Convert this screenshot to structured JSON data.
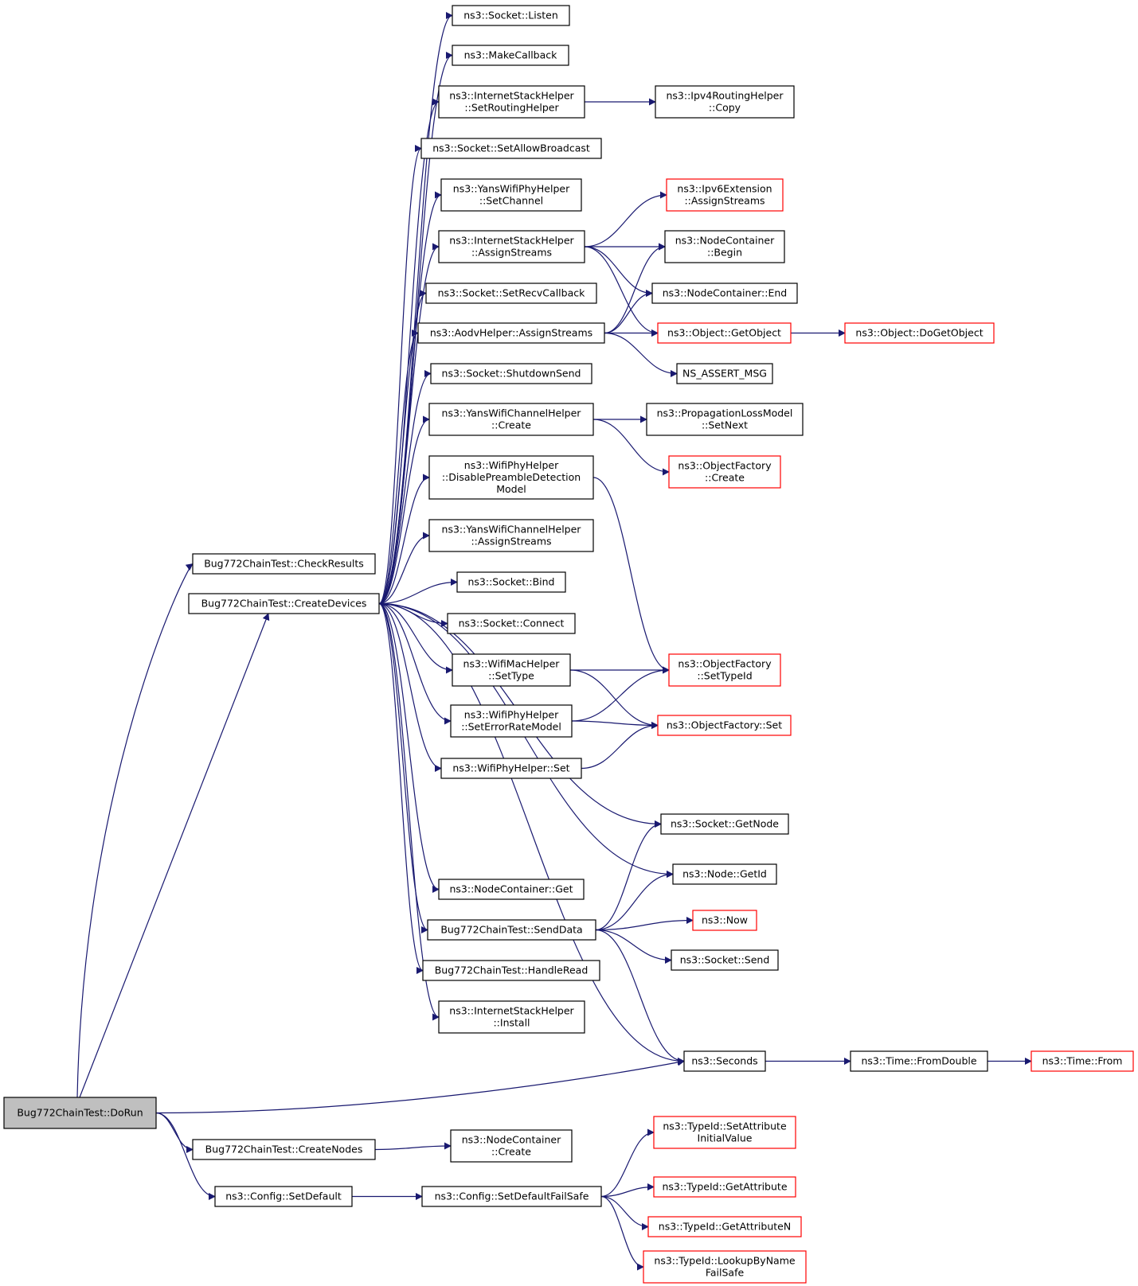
{
  "colors": {
    "edge": "#191970",
    "border_normal": "#000000",
    "border_truncated": "#ff0000",
    "root_fill": "#bfbfbf",
    "fill": "#ffffff"
  },
  "nodes": {
    "dorun": {
      "lines": [
        "Bug772ChainTest::DoRun"
      ],
      "kind": "root"
    },
    "checkresults": {
      "lines": [
        "Bug772ChainTest::CheckResults"
      ],
      "kind": "normal"
    },
    "createdevices": {
      "lines": [
        "Bug772ChainTest::CreateDevices"
      ],
      "kind": "normal"
    },
    "createnodes": {
      "lines": [
        "Bug772ChainTest::CreateNodes"
      ],
      "kind": "normal"
    },
    "config_setdefault": {
      "lines": [
        "ns3::Config::SetDefault"
      ],
      "kind": "normal"
    },
    "listen": {
      "lines": [
        "ns3::Socket::Listen"
      ],
      "kind": "normal"
    },
    "makecallback": {
      "lines": [
        "ns3::MakeCallback"
      ],
      "kind": "normal"
    },
    "ish_setroutinghelper": {
      "lines": [
        "ns3::InternetStackHelper",
        "::SetRoutingHelper"
      ],
      "kind": "normal"
    },
    "setallowbroadcast": {
      "lines": [
        "ns3::Socket::SetAllowBroadcast"
      ],
      "kind": "normal"
    },
    "ywph_setchannel": {
      "lines": [
        "ns3::YansWifiPhyHelper",
        "::SetChannel"
      ],
      "kind": "normal"
    },
    "ish_assignstreams": {
      "lines": [
        "ns3::InternetStackHelper",
        "::AssignStreams"
      ],
      "kind": "normal"
    },
    "setrecvcallback": {
      "lines": [
        "ns3::Socket::SetRecvCallback"
      ],
      "kind": "normal"
    },
    "aodv_assignstreams": {
      "lines": [
        "ns3::AodvHelper::AssignStreams"
      ],
      "kind": "normal"
    },
    "shutdownsend": {
      "lines": [
        "ns3::Socket::ShutdownSend"
      ],
      "kind": "normal"
    },
    "ywch_create": {
      "lines": [
        "ns3::YansWifiChannelHelper",
        "::Create"
      ],
      "kind": "normal"
    },
    "wph_disablepreamble": {
      "lines": [
        "ns3::WifiPhyHelper",
        "::DisablePreambleDetection",
        "Model"
      ],
      "kind": "normal"
    },
    "ywch_assignstreams": {
      "lines": [
        "ns3::YansWifiChannelHelper",
        "::AssignStreams"
      ],
      "kind": "normal"
    },
    "bind": {
      "lines": [
        "ns3::Socket::Bind"
      ],
      "kind": "normal"
    },
    "connect": {
      "lines": [
        "ns3::Socket::Connect"
      ],
      "kind": "normal"
    },
    "wmh_settype": {
      "lines": [
        "ns3::WifiMacHelper",
        "::SetType"
      ],
      "kind": "normal"
    },
    "wph_seterrorratemodel": {
      "lines": [
        "ns3::WifiPhyHelper",
        "::SetErrorRateModel"
      ],
      "kind": "normal"
    },
    "wph_set": {
      "lines": [
        "ns3::WifiPhyHelper::Set"
      ],
      "kind": "normal"
    },
    "nc_get": {
      "lines": [
        "ns3::NodeContainer::Get"
      ],
      "kind": "normal"
    },
    "senddata": {
      "lines": [
        "Bug772ChainTest::SendData"
      ],
      "kind": "normal"
    },
    "handleread": {
      "lines": [
        "Bug772ChainTest::HandleRead"
      ],
      "kind": "normal"
    },
    "ish_install": {
      "lines": [
        "ns3::InternetStackHelper",
        "::Install"
      ],
      "kind": "normal"
    },
    "nc_create": {
      "lines": [
        "ns3::NodeContainer",
        "::Create"
      ],
      "kind": "normal"
    },
    "config_setdefaultfailsafe": {
      "lines": [
        "ns3::Config::SetDefaultFailSafe"
      ],
      "kind": "normal"
    },
    "ipv4rh_copy": {
      "lines": [
        "ns3::Ipv4RoutingHelper",
        "::Copy"
      ],
      "kind": "normal"
    },
    "ipv6ext_assignstreams": {
      "lines": [
        "ns3::Ipv6Extension",
        "::AssignStreams"
      ],
      "kind": "truncated"
    },
    "nc_begin": {
      "lines": [
        "ns3::NodeContainer",
        "::Begin"
      ],
      "kind": "normal"
    },
    "nc_end": {
      "lines": [
        "ns3::NodeContainer::End"
      ],
      "kind": "normal"
    },
    "object_getobject": {
      "lines": [
        "ns3::Object::GetObject"
      ],
      "kind": "truncated"
    },
    "ns_assert_msg": {
      "lines": [
        "NS_ASSERT_MSG"
      ],
      "kind": "normal"
    },
    "plm_setnext": {
      "lines": [
        "ns3::PropagationLossModel",
        "::SetNext"
      ],
      "kind": "normal"
    },
    "of_create": {
      "lines": [
        "ns3::ObjectFactory",
        "::Create"
      ],
      "kind": "truncated"
    },
    "of_settypeid": {
      "lines": [
        "ns3::ObjectFactory",
        "::SetTypeId"
      ],
      "kind": "truncated"
    },
    "of_set": {
      "lines": [
        "ns3::ObjectFactory::Set"
      ],
      "kind": "truncated"
    },
    "socket_getnode": {
      "lines": [
        "ns3::Socket::GetNode"
      ],
      "kind": "normal"
    },
    "node_getid": {
      "lines": [
        "ns3::Node::GetId"
      ],
      "kind": "normal"
    },
    "now": {
      "lines": [
        "ns3::Now"
      ],
      "kind": "truncated"
    },
    "socket_send": {
      "lines": [
        "ns3::Socket::Send"
      ],
      "kind": "normal"
    },
    "seconds": {
      "lines": [
        "ns3::Seconds"
      ],
      "kind": "normal"
    },
    "typeid_setattributeinitialvalue": {
      "lines": [
        "ns3::TypeId::SetAttribute",
        "InitialValue"
      ],
      "kind": "truncated"
    },
    "typeid_getattribute": {
      "lines": [
        "ns3::TypeId::GetAttribute"
      ],
      "kind": "truncated"
    },
    "typeid_getattributen": {
      "lines": [
        "ns3::TypeId::GetAttributeN"
      ],
      "kind": "truncated"
    },
    "typeid_lookupbynamefailsafe": {
      "lines": [
        "ns3::TypeId::LookupByName",
        "FailSafe"
      ],
      "kind": "truncated"
    },
    "object_dogetobject": {
      "lines": [
        "ns3::Object::DoGetObject"
      ],
      "kind": "truncated"
    },
    "time_fromdouble": {
      "lines": [
        "ns3::Time::FromDouble"
      ],
      "kind": "normal"
    },
    "time_from": {
      "lines": [
        "ns3::Time::From"
      ],
      "kind": "truncated"
    }
  },
  "edges": [
    [
      "dorun",
      "checkresults"
    ],
    [
      "dorun",
      "createdevices"
    ],
    [
      "dorun",
      "seconds"
    ],
    [
      "dorun",
      "createnodes"
    ],
    [
      "dorun",
      "config_setdefault"
    ],
    [
      "createdevices",
      "listen"
    ],
    [
      "createdevices",
      "makecallback"
    ],
    [
      "createdevices",
      "ish_setroutinghelper"
    ],
    [
      "createdevices",
      "setallowbroadcast"
    ],
    [
      "createdevices",
      "ywph_setchannel"
    ],
    [
      "createdevices",
      "ish_assignstreams"
    ],
    [
      "createdevices",
      "setrecvcallback"
    ],
    [
      "createdevices",
      "aodv_assignstreams"
    ],
    [
      "createdevices",
      "shutdownsend"
    ],
    [
      "createdevices",
      "ywch_create"
    ],
    [
      "createdevices",
      "wph_disablepreamble"
    ],
    [
      "createdevices",
      "ywch_assignstreams"
    ],
    [
      "createdevices",
      "bind"
    ],
    [
      "createdevices",
      "connect"
    ],
    [
      "createdevices",
      "wmh_settype"
    ],
    [
      "createdevices",
      "wph_seterrorratemodel"
    ],
    [
      "createdevices",
      "wph_set"
    ],
    [
      "createdevices",
      "socket_getnode"
    ],
    [
      "createdevices",
      "node_getid"
    ],
    [
      "createdevices",
      "nc_get"
    ],
    [
      "createdevices",
      "senddata"
    ],
    [
      "createdevices",
      "handleread"
    ],
    [
      "createdevices",
      "ish_install"
    ],
    [
      "createdevices",
      "seconds"
    ],
    [
      "ish_setroutinghelper",
      "ipv4rh_copy"
    ],
    [
      "ish_assignstreams",
      "ipv6ext_assignstreams"
    ],
    [
      "ish_assignstreams",
      "nc_begin"
    ],
    [
      "ish_assignstreams",
      "nc_end"
    ],
    [
      "ish_assignstreams",
      "object_getobject"
    ],
    [
      "aodv_assignstreams",
      "nc_begin"
    ],
    [
      "aodv_assignstreams",
      "nc_end"
    ],
    [
      "aodv_assignstreams",
      "object_getobject"
    ],
    [
      "aodv_assignstreams",
      "ns_assert_msg"
    ],
    [
      "object_getobject",
      "object_dogetobject"
    ],
    [
      "ywch_create",
      "plm_setnext"
    ],
    [
      "ywch_create",
      "of_create"
    ],
    [
      "wph_disablepreamble",
      "of_settypeid"
    ],
    [
      "wmh_settype",
      "of_settypeid"
    ],
    [
      "wmh_settype",
      "of_set"
    ],
    [
      "wph_seterrorratemodel",
      "of_settypeid"
    ],
    [
      "wph_seterrorratemodel",
      "of_set"
    ],
    [
      "wph_set",
      "of_set"
    ],
    [
      "senddata",
      "socket_getnode"
    ],
    [
      "senddata",
      "node_getid"
    ],
    [
      "senddata",
      "now"
    ],
    [
      "senddata",
      "socket_send"
    ],
    [
      "senddata",
      "seconds"
    ],
    [
      "seconds",
      "time_fromdouble"
    ],
    [
      "time_fromdouble",
      "time_from"
    ],
    [
      "createnodes",
      "nc_create"
    ],
    [
      "config_setdefault",
      "config_setdefaultfailsafe"
    ],
    [
      "config_setdefaultfailsafe",
      "typeid_setattributeinitialvalue"
    ],
    [
      "config_setdefaultfailsafe",
      "typeid_getattribute"
    ],
    [
      "config_setdefaultfailsafe",
      "typeid_getattributen"
    ],
    [
      "config_setdefaultfailsafe",
      "typeid_lookupbynamefailsafe"
    ]
  ]
}
